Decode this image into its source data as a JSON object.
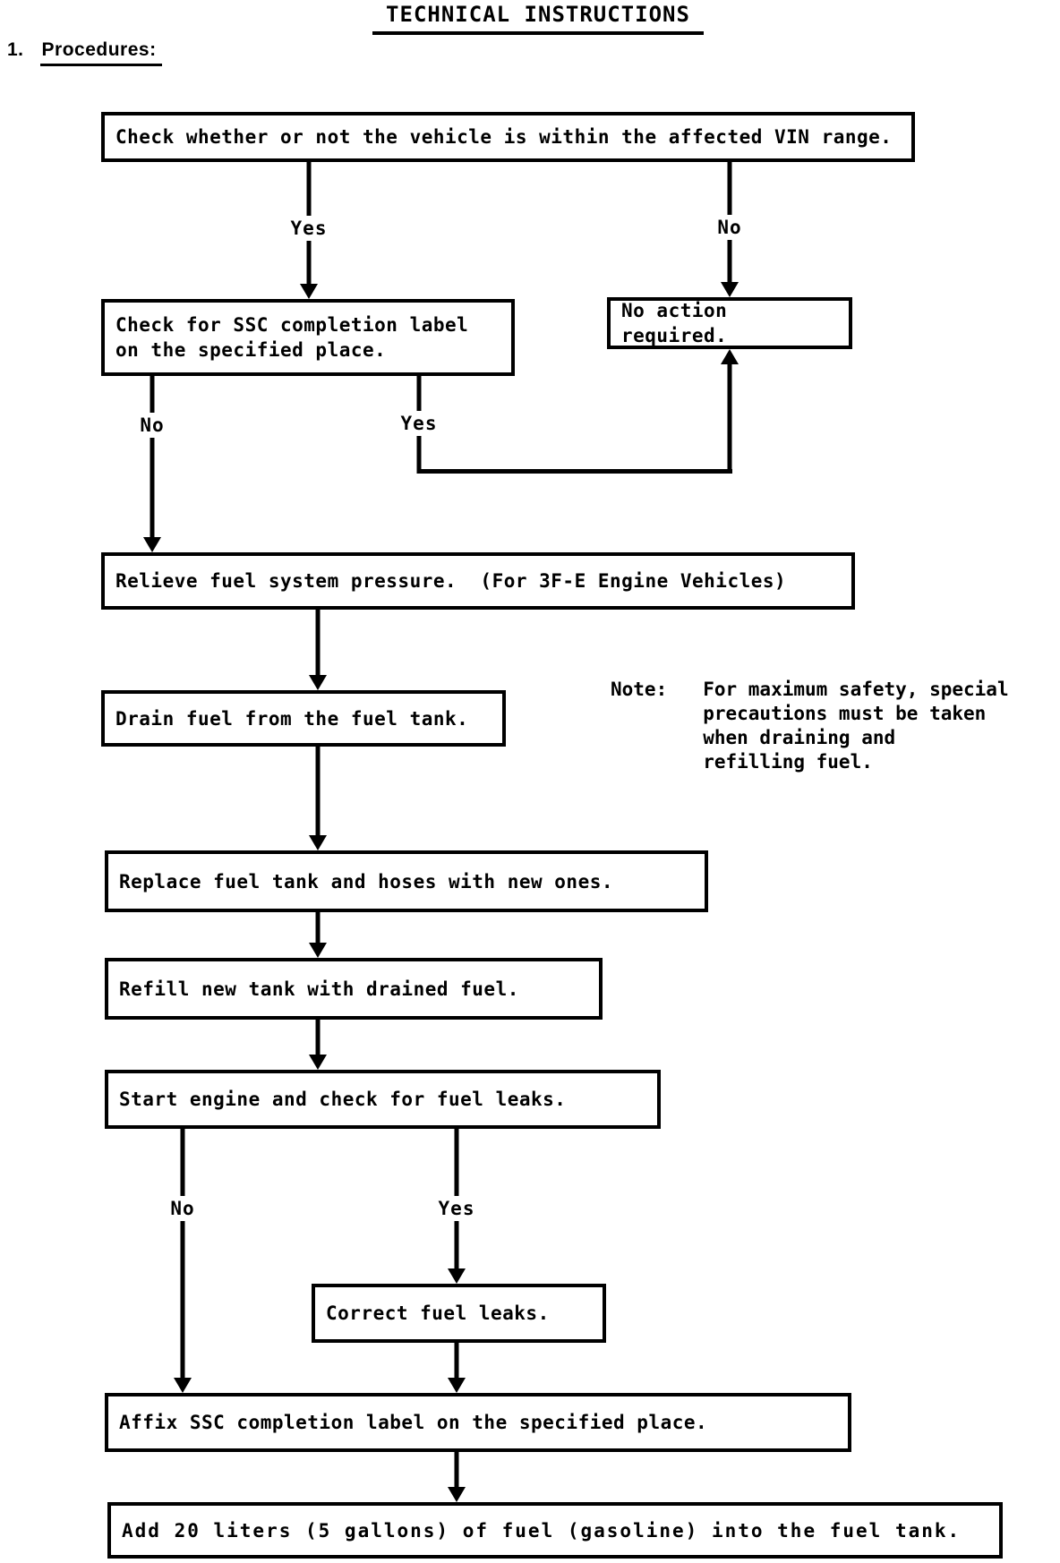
{
  "colors": {
    "ink": "#000000",
    "paper": "#ffffff"
  },
  "header": {
    "title": "TECHNICAL INSTRUCTIONS",
    "section_number": "1.",
    "section_label": "Procedures:"
  },
  "flowchart": {
    "nodes": {
      "check_vin": {
        "text": "Check whether or not the vehicle is within the affected VIN range."
      },
      "check_label": {
        "text": "Check for SSC completion label\non the specified place."
      },
      "no_action": {
        "text": "No action required."
      },
      "relieve": {
        "text": "Relieve fuel system pressure.  (For 3F-E Engine Vehicles)"
      },
      "drain": {
        "text": "Drain fuel from the fuel tank."
      },
      "replace": {
        "text": "Replace fuel tank and hoses with new ones."
      },
      "refill": {
        "text": "Refill new tank with drained fuel."
      },
      "start_engine": {
        "text": "Start engine and check for fuel leaks."
      },
      "correct_leaks": {
        "text": "Correct fuel leaks."
      },
      "affix": {
        "text": "Affix SSC completion label on the specified place."
      },
      "add_fuel": {
        "text": "Add 20 liters (5 gallons) of fuel (gasoline) into the fuel tank."
      }
    },
    "branch_labels": {
      "vin_yes": "Yes",
      "vin_no": "No",
      "label_no": "No",
      "label_yes": "Yes",
      "leaks_no": "No",
      "leaks_yes": "Yes"
    },
    "note": {
      "label": "Note:",
      "lines": [
        "For maximum safety, special",
        "precautions must be taken",
        "when draining and",
        "refilling fuel."
      ]
    }
  }
}
